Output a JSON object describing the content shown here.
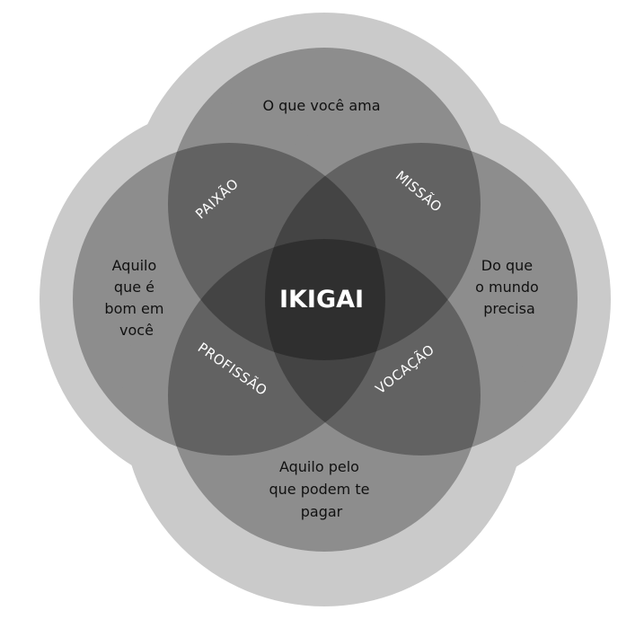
{
  "diagram": {
    "center_label": "IKIGAI",
    "circles": {
      "top": [
        "O que você ama"
      ],
      "left": [
        "Aquilo",
        "que é",
        "bom em",
        "você"
      ],
      "right": [
        "Do que",
        "o mundo",
        "precisa"
      ],
      "bottom": [
        "Aquilo pelo",
        "que podem te",
        "pagar"
      ]
    },
    "overlaps": {
      "top_left": "PAIXÃO",
      "top_right": "MISSÃO",
      "bottom_left": "PROFISSÃO",
      "bottom_right": "VOCAÇÃO"
    },
    "colors": {
      "background_blob": "#cacaca",
      "circle_fill": "#000000",
      "label_text": "#111111",
      "overlap_text": "#ffffff"
    }
  }
}
